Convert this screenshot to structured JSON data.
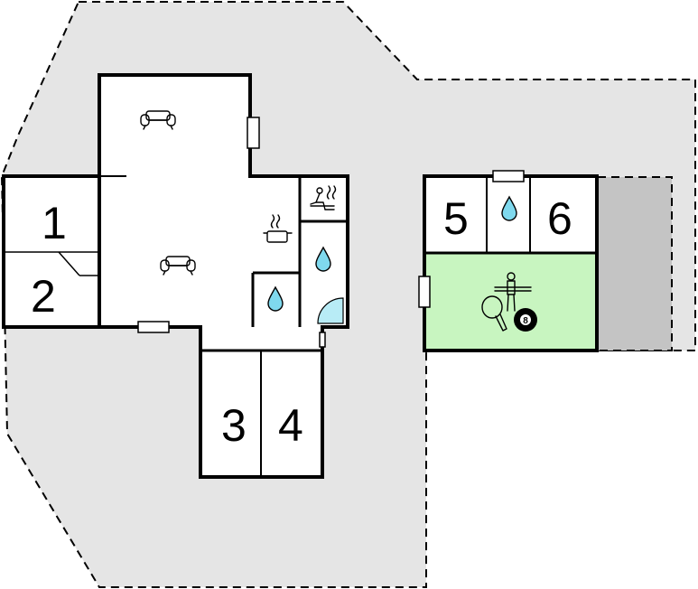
{
  "colors": {
    "outdoor_area": "#e5e5e5",
    "room_fill": "#ffffff",
    "game_room": "#c8f5c0",
    "carport": "#c4c4c4",
    "water": "#7fd9ee",
    "shower_door": "#b8ecf6"
  },
  "rooms": [
    {
      "id": "bedroom-1",
      "label": "1"
    },
    {
      "id": "bedroom-2",
      "label": "2"
    },
    {
      "id": "bedroom-3",
      "label": "3"
    },
    {
      "id": "bedroom-4",
      "label": "4"
    },
    {
      "id": "bedroom-5",
      "label": "5"
    },
    {
      "id": "bedroom-6",
      "label": "6"
    }
  ],
  "icons": [
    "sofa-icon",
    "sofa-icon",
    "kitchen-pot-icon",
    "sauna-icon",
    "water-drop-icon",
    "water-drop-icon",
    "water-drop-icon",
    "table-tennis-icon",
    "table-football-icon",
    "billiard-ball-icon"
  ],
  "billiard_ball": {
    "number": "8"
  }
}
